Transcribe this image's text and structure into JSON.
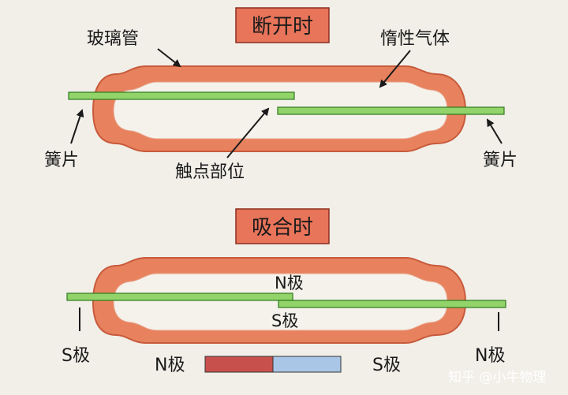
{
  "top_section": {
    "title": "断开时",
    "glass_label": "玻璃管",
    "gas_label": "惰性气体",
    "contact_label": "触点部位",
    "reed_left_label": "簧片",
    "reed_right_label": "簧片"
  },
  "bottom_section": {
    "title": "吸合时",
    "pole_top": "N极",
    "pole_mid": "S极",
    "pole_left": "S极",
    "pole_right": "N极",
    "magnet_left_label": "N极",
    "magnet_right_label": "S极"
  },
  "watermark": "知乎 @小牛物理",
  "colors": {
    "glass": "#e8825e",
    "glass_edge": "#c85a3c",
    "glass_inner": "#f4f2ea",
    "reed": "#92d36a",
    "reed_edge": "#2f7a1e",
    "title_box": "#e8745a",
    "magnet_n": "#c8504c",
    "magnet_s": "#a9c6e6"
  }
}
